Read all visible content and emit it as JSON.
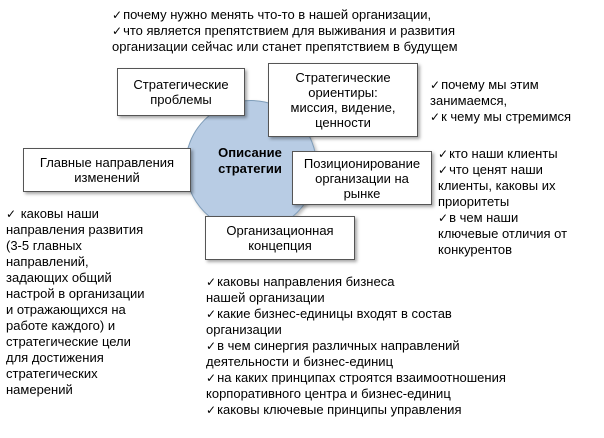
{
  "center": {
    "label": "Описание\nстратегии"
  },
  "boxes": {
    "strategic_problems": "Стратегические\nпроблемы",
    "strategic_orientations": "Стратегические\nориентиры:\nмиссия, видение,\nценности",
    "main_directions": "Главные направления\nизменений",
    "market_positioning": "Позиционирование\nорганизации на\nрынке",
    "organizational_concept": "Организационная\nконцепция"
  },
  "notes": {
    "top": [
      "почему нужно менять что-то в нашей организации,",
      "что является препятствием для выживания и развития\nорганизации сейчас или станет препятствием в будущем"
    ],
    "right_top": [
      "почему мы этим\nзанимаемся,",
      "к чему мы стремимся"
    ],
    "right_mid": [
      "кто наши клиенты",
      "что ценят наши\nклиенты, каковы их\nприоритеты",
      "в чем наши\nключевые отличия от\nконкурентов"
    ],
    "left": [
      "каковы наши\nнаправления развития\n(3-5 главных\nнаправлений,\nзадающих общий\nнастрой в организации\nи отражающихся на\nработе каждого) и\nстратегические цели\nдля достижения\nстратегических\nнамерений"
    ],
    "bottom": [
      "каковы направления бизнеса\nнашей организации",
      "какие бизнес-единицы входят в состав\nорганизации",
      "в чем синергия различных направлений\nдеятельности и бизнес-единиц",
      "на каких принципах строятся взаимоотношения\nкорпоративного центра и бизнес-единиц",
      "каковы ключевые принципы управления"
    ]
  }
}
